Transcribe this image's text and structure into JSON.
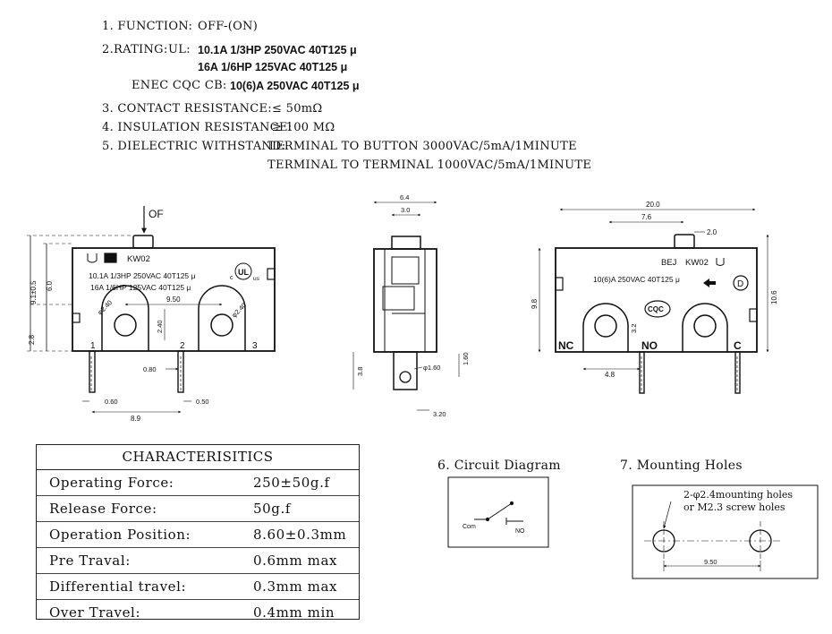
{
  "specs": {
    "function": {
      "label": "1. FUNCTION:",
      "value": "OFF-(ON)"
    },
    "rating": {
      "label": "2.RATING:",
      "ul_label": "UL:",
      "ul_line1": "10.1A 1/3HP 250VAC 40T125 μ",
      "ul_line2": "16A 1/6HP 125VAC 40T125 μ",
      "enec_label": "ENEC CQC CB:",
      "enec_value": "10(6)A 250VAC 40T125 μ"
    },
    "contact_resistance": {
      "label": "3. CONTACT RESISTANCE:",
      "value": "≤ 50mΩ"
    },
    "insulation_resistance": {
      "label": "4. INSULATION RESISTANCE:",
      "value": "≥ 100 MΩ"
    },
    "dielectric": {
      "label": "5. DIELECTRIC WITHSTAND:",
      "line1": "TERMINAL TO BUTTON 3000VAC/5mA/1MINUTE",
      "line2": "TERMINAL TO TERMINAL 1000VAC/5mA/1MINUTE"
    }
  },
  "front_view": {
    "of_label": "OF",
    "model": "KW02",
    "rating1": "10.1A 1/3HP 250VAC 40T125 μ",
    "rating2": "16A 1/6HP 125VAC 40T125 μ",
    "ul_c": "c",
    "ul_us": "us",
    "terminals": [
      "1",
      "2",
      "3"
    ],
    "dims": {
      "height_total": "9.1±0.5",
      "height_body": "6.0",
      "height_small": "2.8",
      "hole_spacing": "9.50",
      "hole_dia_left": "φ2.40",
      "hole_dia_right": "φ2.40",
      "hole_height": "2.40",
      "terminal_width": "0.80",
      "terminal_left": "0.60",
      "terminal_thickness": "0.50",
      "terminal_pitch": "8.9"
    }
  },
  "side_view": {
    "dims": {
      "width": "6.4",
      "button": "3.0",
      "tab_height": "3.8",
      "tab_hole": "φ1.60",
      "tab_offset": "1.60",
      "tab_width": "3.20"
    }
  },
  "back_view": {
    "model_prefix": "BEJ",
    "model": "KW02",
    "rating": "10(6)A 250VAC 40T125 μ",
    "cqc": "CQC",
    "d_mark": "D",
    "terminal_labels": [
      "NC",
      "NO",
      "C"
    ],
    "dims": {
      "length": "20.0",
      "button_pos": "7.6",
      "button_width": "2.0",
      "body_height": "9.8",
      "total_height": "10.6",
      "terminal_spacing": "4.8",
      "terminal_offset": "3.2"
    }
  },
  "characteristics": {
    "title": "CHARACTERISITICS",
    "rows": [
      {
        "label": "Operating Force:",
        "value": "250±50g.f"
      },
      {
        "label": "Release Force:",
        "value": "50g.f"
      },
      {
        "label": "Operation Position:",
        "value": "8.60±0.3mm"
      },
      {
        "label": "Pre Traval:",
        "value": "0.6mm max"
      },
      {
        "label": "Differential travel:",
        "value": "0.3mm max"
      },
      {
        "label": "Over Travel:",
        "value": "0.4mm min"
      }
    ]
  },
  "circuit_diagram": {
    "title": "6. Circuit Diagram",
    "com_label": "Com",
    "no_label": "NO"
  },
  "mounting_holes": {
    "title": "7. Mounting Holes",
    "note_line1": "2-φ2.4mounting holes",
    "note_line2": "or M2.3 screw holes",
    "spacing": "9.50"
  }
}
